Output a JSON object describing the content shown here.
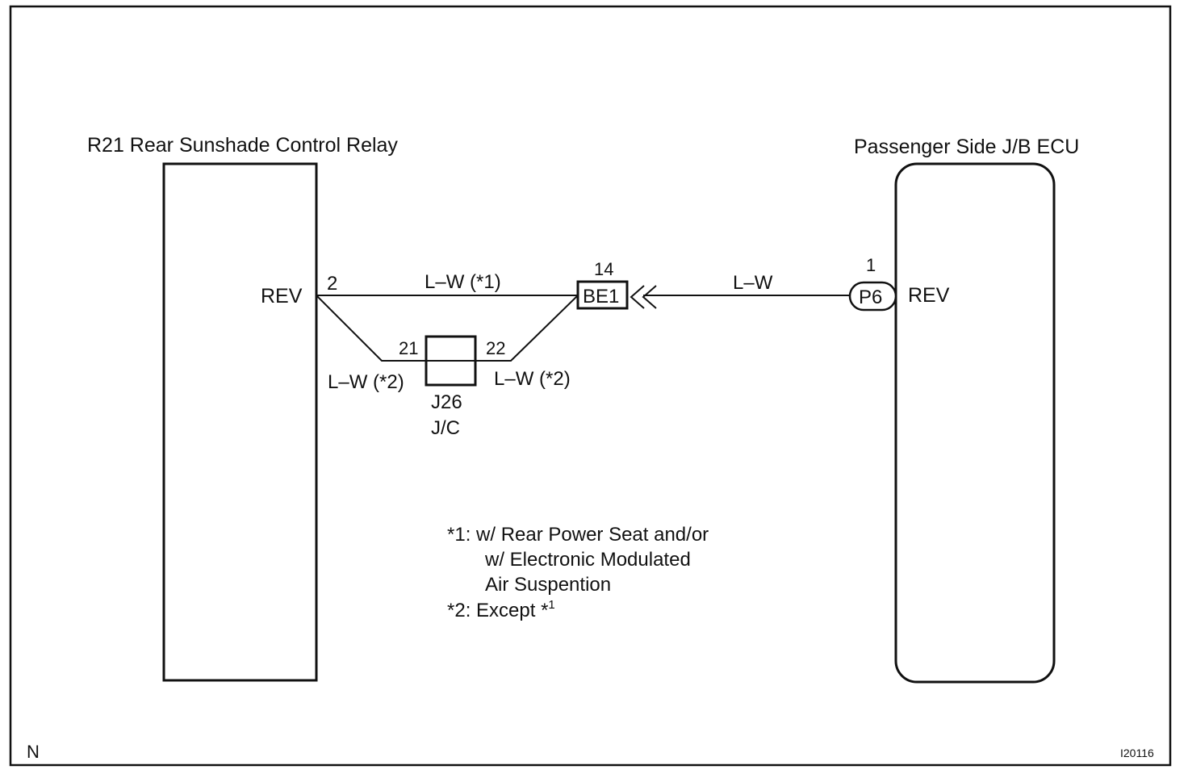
{
  "relay": {
    "title": "R21 Rear Sunshade Control Relay",
    "terminal_name": "REV",
    "pin": "2"
  },
  "ecu": {
    "title": "Passenger Side J/B ECU",
    "terminal_name": "REV",
    "connector": "P6",
    "pin": "1"
  },
  "connector_be1": {
    "name": "BE1",
    "pin": "14"
  },
  "junction": {
    "name": "J26",
    "type": "J/C",
    "pin_left": "21",
    "pin_right": "22"
  },
  "wires": {
    "upper": "L–W (*1)",
    "lower_left": "L–W (*2)",
    "lower_right": "L–W (*2)",
    "right": "L–W"
  },
  "notes": {
    "line1": "*1: w/ Rear Power Seat and/or",
    "line2": "w/ Electronic Modulated",
    "line3": "Air Suspention",
    "line4_prefix": "*2: Except *",
    "line4_sup": "1"
  },
  "corner_left": "N",
  "figure_id": "I20116"
}
